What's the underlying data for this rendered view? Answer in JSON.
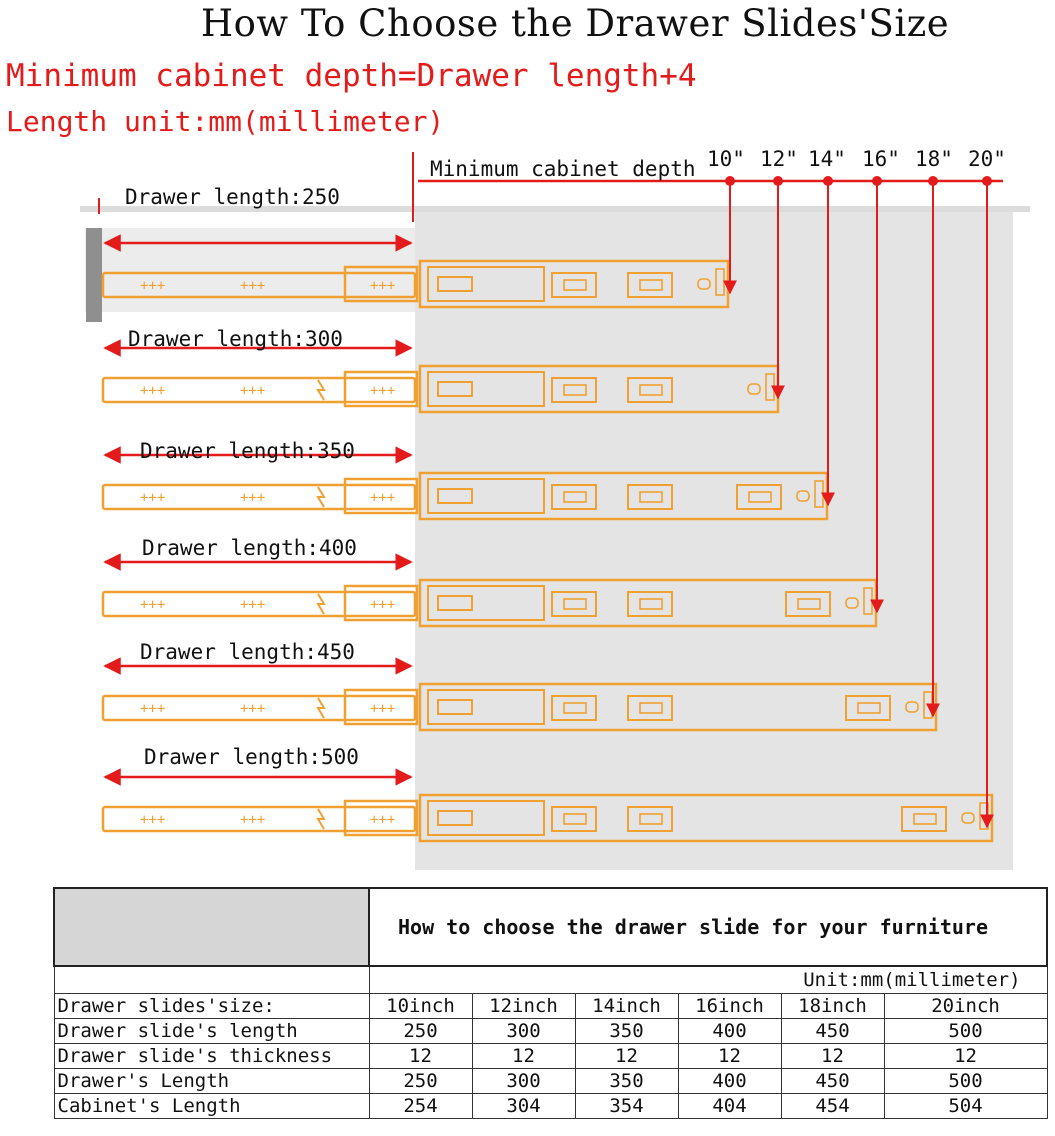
{
  "header": {
    "title": "How To Choose the Drawer Slides'Size",
    "formula": "Minimum cabinet depth=Drawer length+4",
    "unit_note": "Length unit:mm(millimeter)"
  },
  "diagram": {
    "depth_label": "Minimum cabinet depth",
    "sizes": [
      "10\"",
      "12\"",
      "14\"",
      "16\"",
      "18\"",
      "20\""
    ],
    "drawer_labels": [
      "Drawer length:250",
      "Drawer length:300",
      "Drawer length:350",
      "Drawer length:400",
      "Drawer length:450",
      "Drawer length:500"
    ],
    "slide_glyph": "+++"
  },
  "table": {
    "title": "How to choose the drawer slide for your furniture",
    "unit": "Unit:mm(millimeter)",
    "rows": [
      {
        "label": "Drawer slides'size:",
        "values": [
          "10inch",
          "12inch",
          "14inch",
          "16inch",
          "18inch",
          "20inch"
        ]
      },
      {
        "label": "Drawer slide's length",
        "values": [
          "250",
          "300",
          "350",
          "400",
          "450",
          "500"
        ]
      },
      {
        "label": "Drawer slide's thickness",
        "values": [
          "12",
          "12",
          "12",
          "12",
          "12",
          "12"
        ]
      },
      {
        "label": "Drawer's Length",
        "values": [
          "250",
          "300",
          "350",
          "400",
          "450",
          "500"
        ]
      },
      {
        "label": "Cabinet's Length",
        "values": [
          "254",
          "304",
          "354",
          "404",
          "454",
          "504"
        ]
      }
    ]
  },
  "colors": {
    "slide": "#f0a030",
    "arrow": "#e31b1b",
    "cabinet": "#e4e4e4"
  }
}
